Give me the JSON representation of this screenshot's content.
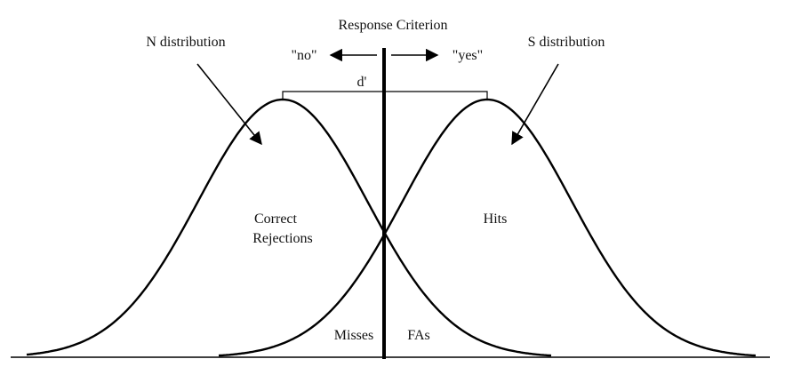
{
  "labels": {
    "response_criterion": "Response Criterion",
    "no": "\"no\"",
    "yes": "\"yes\"",
    "n_distribution": "N distribution",
    "s_distribution": "S distribution",
    "d_prime": "d'",
    "correct_rejections_line1": "Correct",
    "correct_rejections_line2": "Rejections",
    "hits": "Hits",
    "misses": "Misses",
    "fas": "FAs"
  }
}
